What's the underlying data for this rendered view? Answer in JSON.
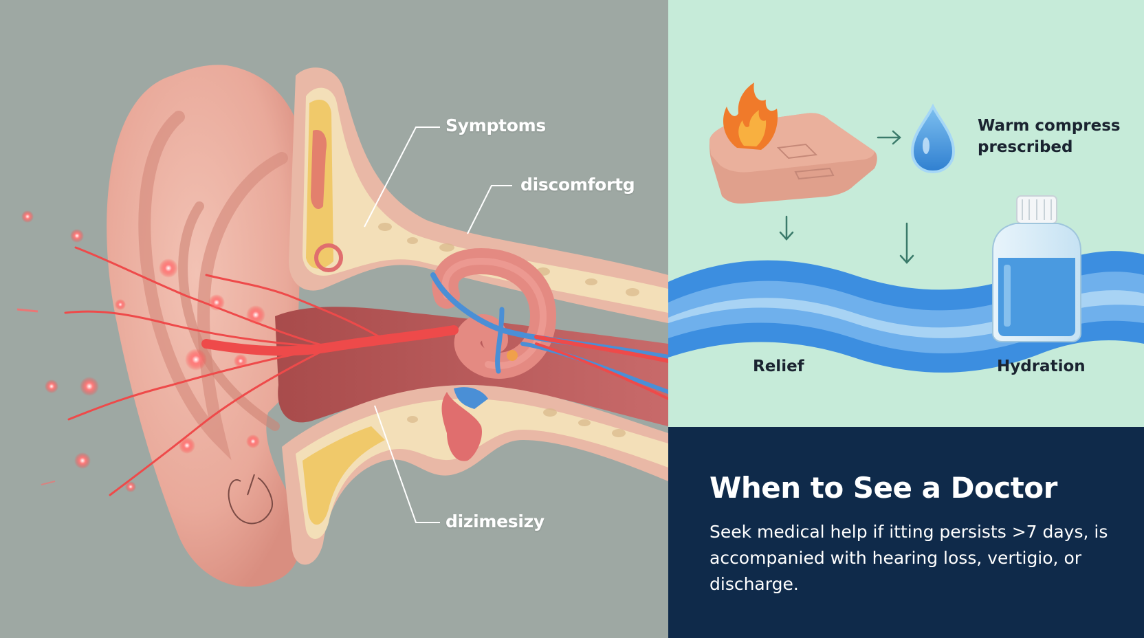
{
  "diagram": {
    "callouts": {
      "symptoms": "Symptoms",
      "discomfort": "discomfortg",
      "dizziness": "dizimesizy"
    },
    "remedies": {
      "warm_compress": "Warm compress prescribed",
      "relief": "Relief",
      "hydration": "Hydration"
    },
    "doctor": {
      "title": "When to See a Doctor",
      "body": "Seek medical help if itting persists >7 days, is accompanied with hearing loss, vertigio, or discharge."
    }
  },
  "colors": {
    "left_bg": "#9ea8a3",
    "right_top_bg": "#c6ebd9",
    "right_bottom_bg": "#0f2a4a",
    "skin": "#e9a99a",
    "bone": "#f3dfb8",
    "nerve_red": "#ee4a4a",
    "vessel_blue": "#4a8fd6",
    "water_blue": "#4a9ae0",
    "flame_orange": "#f07a2a"
  },
  "icons": [
    "flame-icon",
    "heat-pad-icon",
    "water-drop-icon",
    "water-bottle-icon",
    "right-arrow-icon",
    "down-arrow-icon"
  ]
}
